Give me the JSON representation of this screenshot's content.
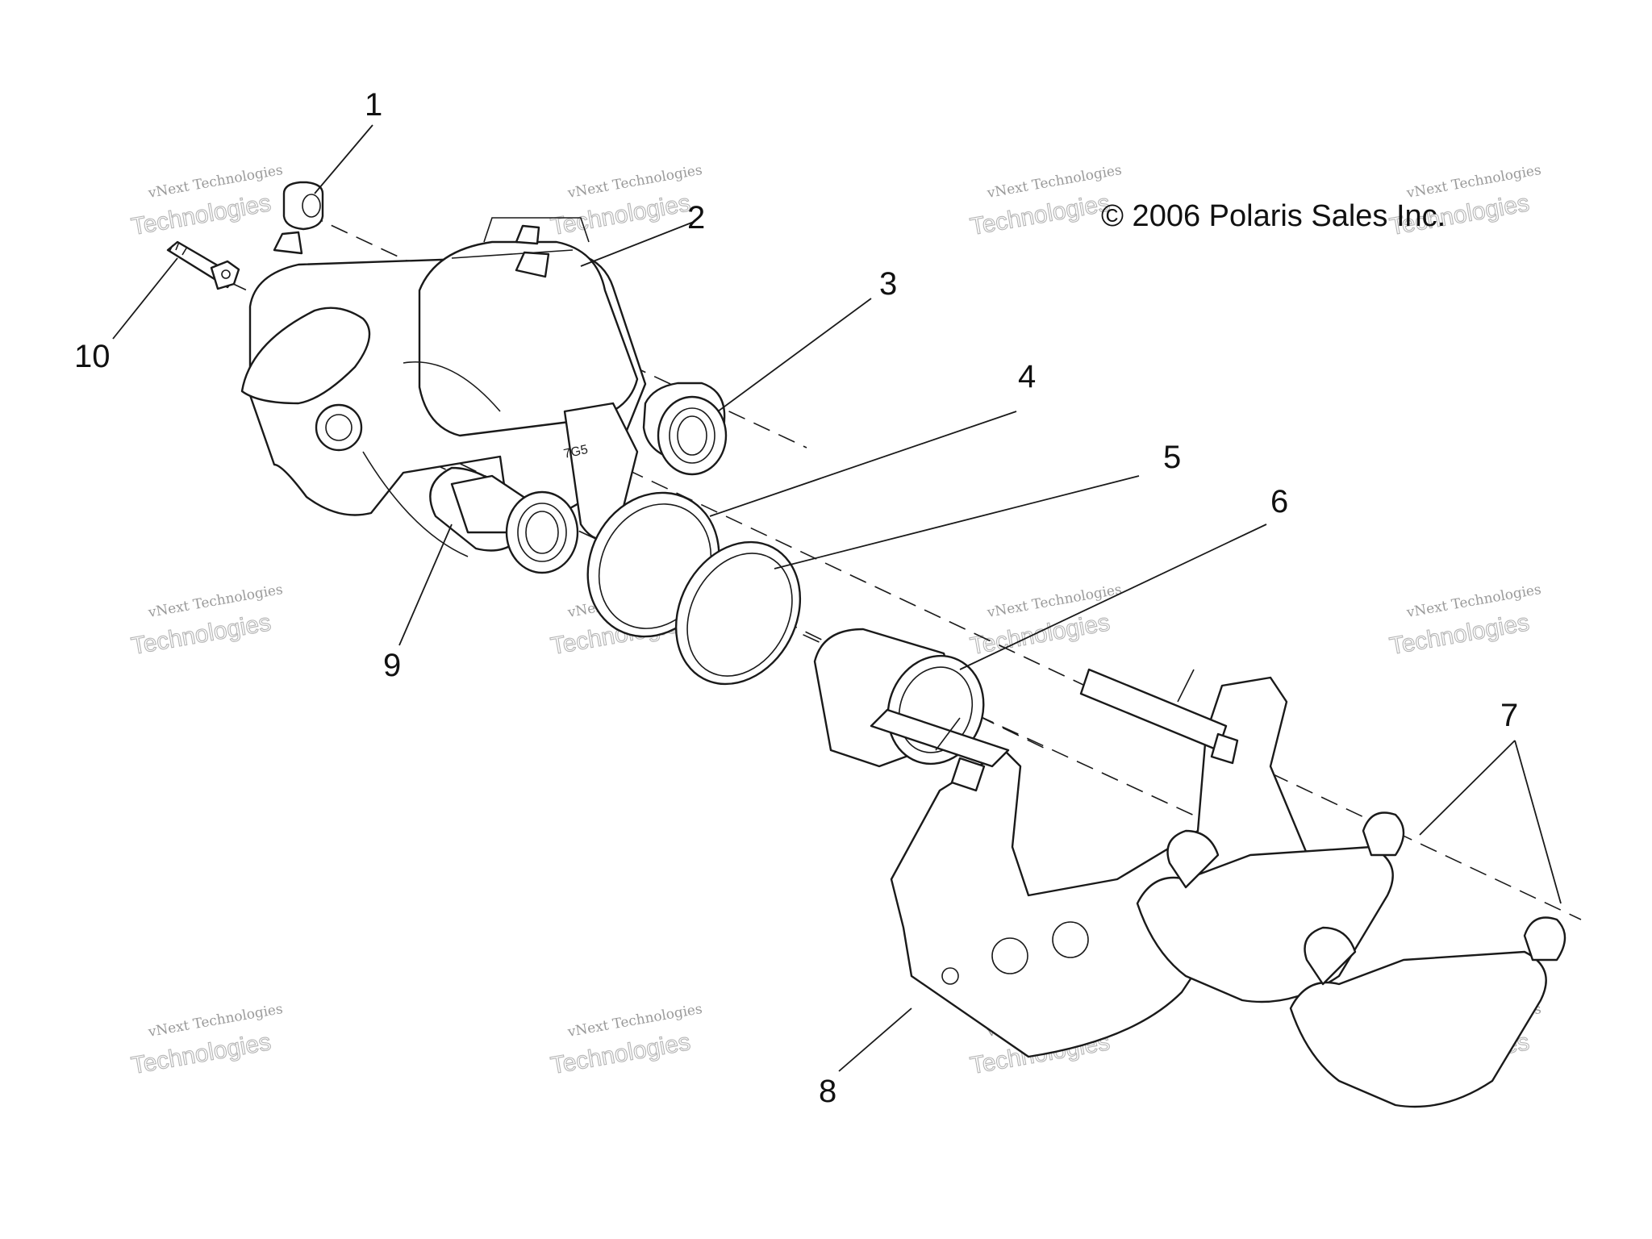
{
  "copyright": "© 2006 Polaris Sales Inc.",
  "part_stamp": "7G5",
  "watermark": {
    "line1": "vNext Technologies",
    "line2": "Technologies"
  },
  "callouts": [
    {
      "id": "1",
      "label": "1"
    },
    {
      "id": "2",
      "label": "2"
    },
    {
      "id": "3",
      "label": "3"
    },
    {
      "id": "4",
      "label": "4"
    },
    {
      "id": "5",
      "label": "5"
    },
    {
      "id": "6",
      "label": "6"
    },
    {
      "id": "7",
      "label": "7"
    },
    {
      "id": "8",
      "label": "8"
    },
    {
      "id": "9",
      "label": "9"
    },
    {
      "id": "10",
      "label": "10"
    }
  ]
}
